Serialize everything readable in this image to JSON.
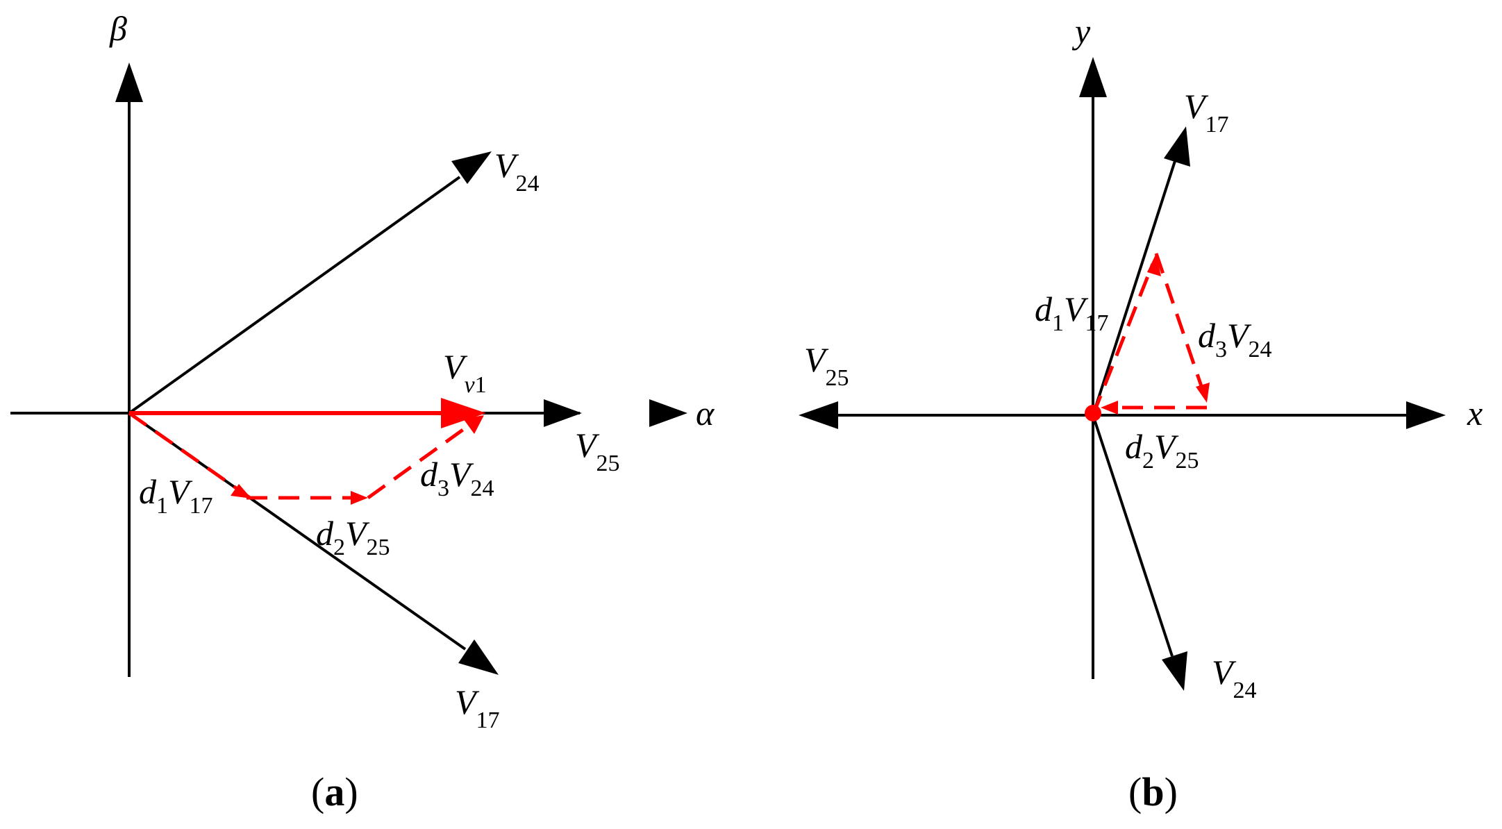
{
  "panel_a": {
    "axis_beta": "β",
    "axis_alpha": "α",
    "caption": {
      "open": "(",
      "letter": "a",
      "close": ")"
    },
    "v24": {
      "main": "V",
      "sub": "24"
    },
    "v25": {
      "main": "V",
      "sub": "25"
    },
    "v17": {
      "main": "V",
      "sub": "17"
    },
    "vv1": {
      "main": "V",
      "sub_italic": "v",
      "sub": "1"
    },
    "d1v17": {
      "d": "d",
      "d_sub": "1",
      "v": "V",
      "v_sub": "17"
    },
    "d2v25": {
      "d": "d",
      "d_sub": "2",
      "v": "V",
      "v_sub": "25"
    },
    "d3v24": {
      "d": "d",
      "d_sub": "3",
      "v": "V",
      "v_sub": "24"
    }
  },
  "panel_b": {
    "axis_y": "y",
    "axis_x": "x",
    "caption": {
      "open": "(",
      "letter": "b",
      "close": ")"
    },
    "v17": {
      "main": "V",
      "sub": "17"
    },
    "v25": {
      "main": "V",
      "sub": "25"
    },
    "v24": {
      "main": "V",
      "sub": "24"
    },
    "d1v17": {
      "d": "d",
      "d_sub": "1",
      "v": "V",
      "v_sub": "17"
    },
    "d2v25": {
      "d": "d",
      "d_sub": "2",
      "v": "V",
      "v_sub": "25"
    },
    "d3v24": {
      "d": "d",
      "d_sub": "3",
      "v": "V",
      "v_sub": "24"
    }
  },
  "colors": {
    "axis": "#000000",
    "highlight": "#ff0000"
  }
}
